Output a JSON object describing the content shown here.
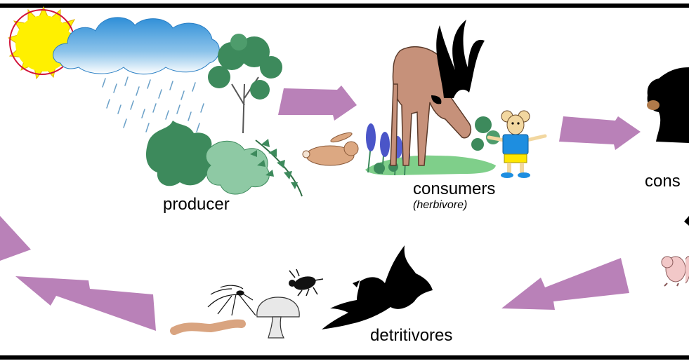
{
  "diagram": {
    "labels": {
      "producer": "producer",
      "consumers": "consumers",
      "herbivore": "(herbivore)",
      "consumers_cut": "cons",
      "detritivores": "detritivores"
    },
    "colors": {
      "arrow": "#b981b8",
      "frame": "#000000",
      "sun": "#fff000",
      "sun_ring": "#d2133a",
      "cloud_top": "#2f8fd8",
      "cloud_bottom": "#ffffff",
      "rain": "#6aa0c8",
      "foliage_dark": "#3d8a5c",
      "foliage_light": "#8ec9a4",
      "grass": "#7fcf8a",
      "deer": "#c6917a",
      "rabbit": "#dca882",
      "lupine": "#4a55c8",
      "mouse_shirt": "#1e8ee0",
      "mouse_shorts": "#ffe600",
      "silhouette": "#000000",
      "worm": "#d9a480",
      "mushroom": "#e8e8e8",
      "chipmunk": "#f2c8c8"
    },
    "icons": [
      "sun-icon",
      "cloud-icon",
      "rain-icon",
      "producer-plants-icon",
      "deer-icon",
      "rabbit-icon",
      "lupine-flowers-icon",
      "mouse-icon",
      "bear-icon",
      "chipmunk-icon",
      "raven-icon",
      "beetle-icon",
      "mosquito-icon",
      "mushroom-icon",
      "worm-icon"
    ]
  }
}
